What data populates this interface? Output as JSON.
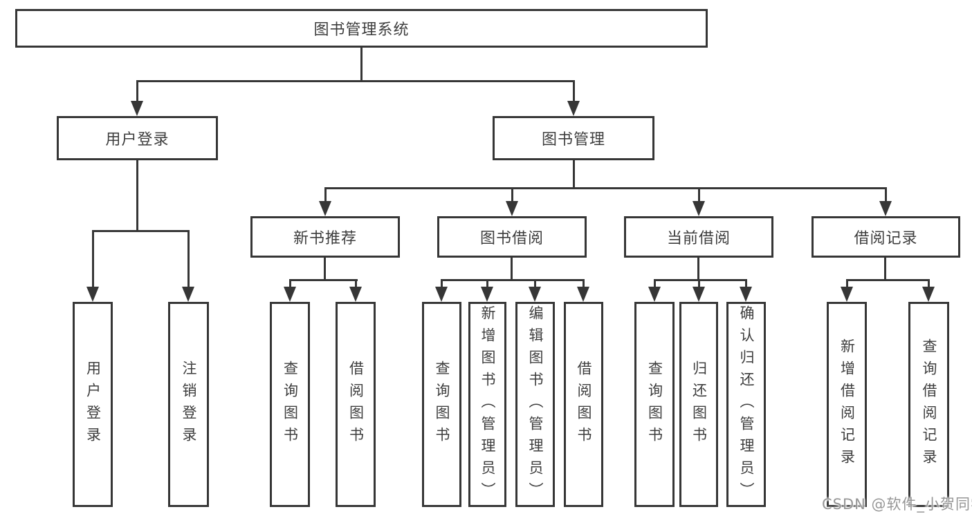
{
  "colors": {
    "background": "#ffffff",
    "line": "#363636",
    "box_border": "#363636",
    "text": "#3d3d3d",
    "watermark": "#969696"
  },
  "watermark": {
    "text": "CSDN @软件_小贺同学"
  },
  "diagram": {
    "type": "tree",
    "root": {
      "label": "图书管理系统"
    },
    "level2": [
      {
        "label": "用户登录"
      },
      {
        "label": "图书管理"
      }
    ],
    "level3": [
      {
        "label": "新书推荐"
      },
      {
        "label": "图书借阅"
      },
      {
        "label": "当前借阅"
      },
      {
        "label": "借阅记录"
      }
    ],
    "leaves": {
      "user_login": [
        "用户登录",
        "注销登录"
      ],
      "new_book_recommend": [
        "查询图书",
        "借阅图书"
      ],
      "book_borrow": [
        "查询图书",
        "新增图书（管理员）",
        "编辑图书（管理员）",
        "借阅图书"
      ],
      "current_borrow": [
        "查询图书",
        "归还图书",
        "确认归还（管理员）"
      ],
      "borrow_record": [
        "新增借阅记录",
        "查询借阅记录"
      ]
    }
  }
}
